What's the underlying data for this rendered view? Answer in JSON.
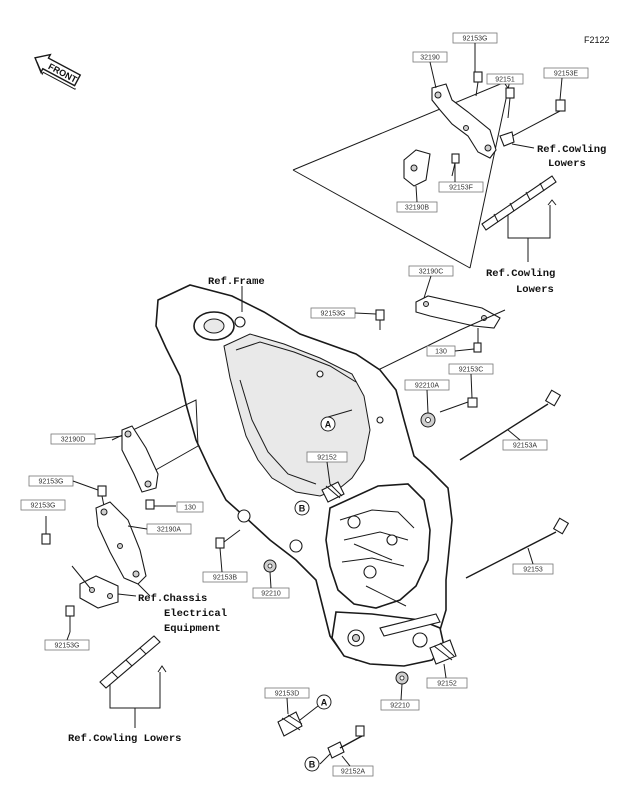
{
  "diagram_code": "F2122",
  "front_label": "FRONT",
  "refs": {
    "cowling_lowers_1": [
      "Ref.Cowling",
      "Lowers"
    ],
    "cowling_lowers_2": [
      "Ref.Cowling",
      "Lowers"
    ],
    "frame": "Ref.Frame",
    "chassis": [
      "Ref.Chassis",
      "Electrical",
      "Equipment"
    ],
    "cowling_lowers_3": "Ref.Cowling Lowers"
  },
  "parts": {
    "p92153G_top": "92153G",
    "p32190": "32190",
    "p92151": "92151",
    "p92153E": "92153E",
    "p92153F": "92153F",
    "p32190B": "32190B",
    "p32190C": "32190C",
    "p92153G_mid": "92153G",
    "p130_right": "130",
    "p92153C": "92153C",
    "p92210A": "92210A",
    "p92153A": "92153A",
    "p32190D": "32190D",
    "p92153G_left": "92153G",
    "p130_left": "130",
    "p92153G_left2": "92153G",
    "p32190A": "32190A",
    "p92152_a": "92152",
    "p92153B": "92153B",
    "p92210_a": "92210",
    "p92153": "92153",
    "p92153G_bottom": "92153G",
    "p92152_b": "92152",
    "p92210_b": "92210",
    "p92153D": "92153D",
    "p92152A": "92152A"
  },
  "callouts": {
    "a1": "A",
    "b1": "B",
    "a2": "A",
    "b2": "B"
  }
}
